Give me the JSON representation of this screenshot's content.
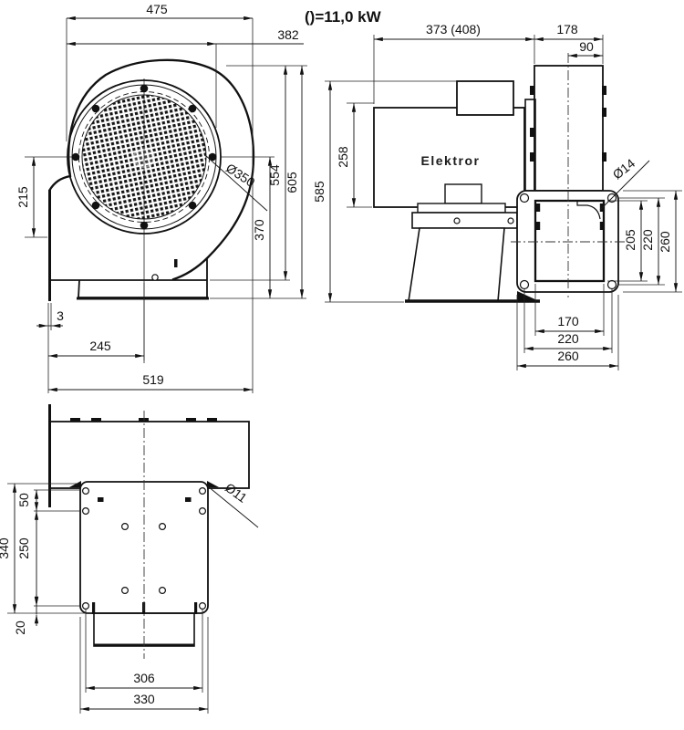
{
  "title": "()=11,0 kW",
  "views": {
    "front": {
      "dims": {
        "w475": "475",
        "w382": "382",
        "h215": "215",
        "d350": "Ø350",
        "h554": "554",
        "h605": "605",
        "h370": "370",
        "t3": "3",
        "w245": "245",
        "w519": "519"
      }
    },
    "side": {
      "brand": "Elektror",
      "dims": {
        "w373": "373 (408)",
        "w178": "178",
        "w90": "90",
        "h258": "258",
        "h585": "585",
        "d14": "Ø14",
        "h205": "205",
        "v220": "220",
        "v260": "260",
        "w170": "170",
        "h220": "220",
        "w260": "260"
      }
    },
    "top": {
      "dims": {
        "h340": "340",
        "h50": "50",
        "h250": "250",
        "h20": "20",
        "d11": "Ø11",
        "w306": "306",
        "w330": "330"
      }
    }
  }
}
